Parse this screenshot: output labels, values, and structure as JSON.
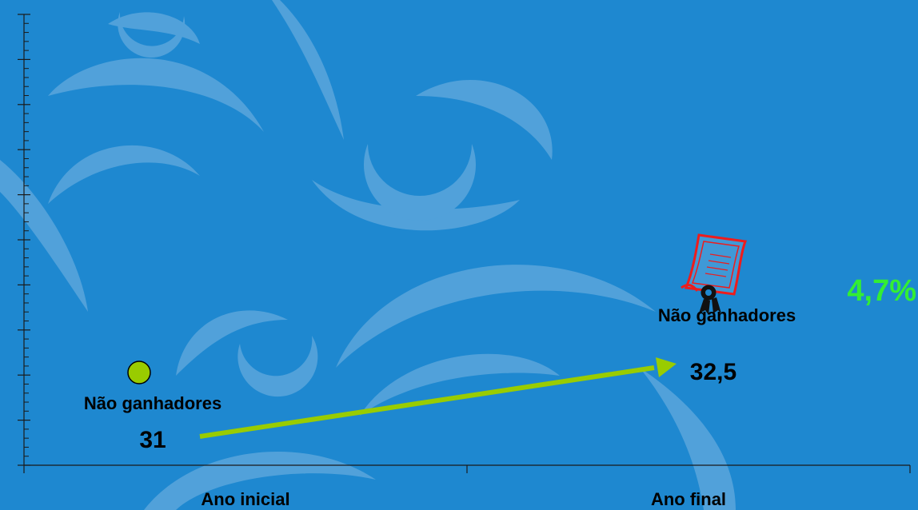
{
  "chart_data": {
    "type": "scatter",
    "categories": [
      "Ano inicial",
      "Ano final"
    ],
    "points": [
      {
        "category": "Ano inicial",
        "label": "Não ganhadores",
        "value": 31,
        "value_text": "31",
        "marker": "circle"
      },
      {
        "category": "Ano final",
        "label": "Não ganhadores",
        "value": 32.5,
        "value_text": "32,5",
        "marker": "certificate-icon"
      }
    ],
    "change_label": "4,7%",
    "ylim": [
      26,
      36
    ],
    "grid": false,
    "colors": {
      "background": "#1e88d0",
      "decoration": "#5aa6dc",
      "axis": "#1a1a1a",
      "point": "#99cc00",
      "arrow": "#99cc00",
      "change_label": "#33ee33",
      "certificate": "#ee1c1c"
    }
  }
}
